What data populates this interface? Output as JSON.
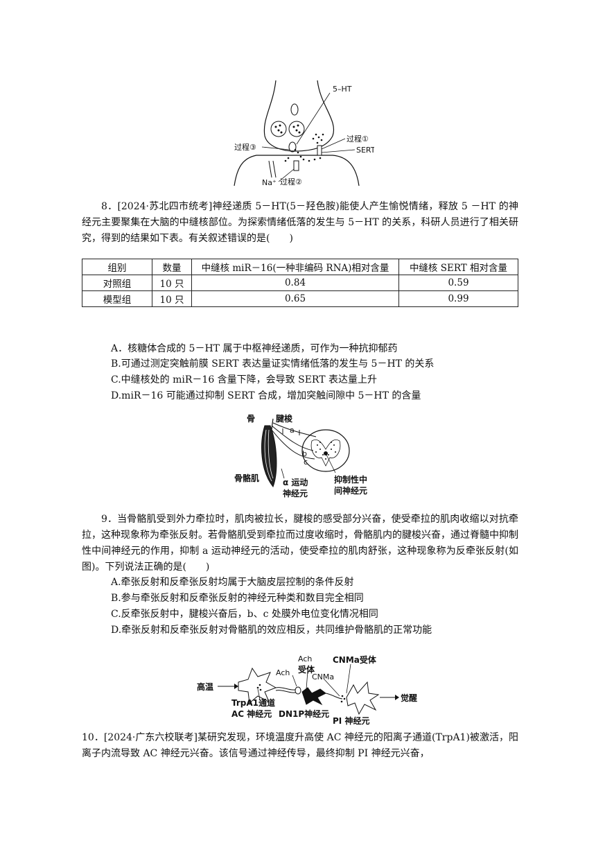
{
  "fig1": {
    "label_5ht": "5–HT",
    "label_p1": "过程①",
    "label_sert": "SERT",
    "label_p3": "过程③",
    "label_na": "Na⁺",
    "label_p2": "过程②"
  },
  "q8": {
    "stem": "8．[2024·苏北四市统考]神经递质 5－HT(5－羟色胺)能使人产生愉悦情绪，释放 5 －HT 的神经元主要聚集在大脑的中缝核部位。为探索情绪低落的发生与 5－HT 的关系，科研人员进行了相关研究，得到的结果如下表。有关叙述错误的是(　　)",
    "table": {
      "headers": [
        "组别",
        "数量",
        "中缝核 miR－16(一种非编码 RNA)相对含量",
        "中缝核 SERT 相对含量"
      ],
      "rows": [
        [
          "对照组",
          "10 只",
          "0.84",
          "0.59"
        ],
        [
          "模型组",
          "10 只",
          "0.65",
          "0.99"
        ]
      ]
    },
    "options": [
      "A．核糖体合成的 5－HT 属于中枢神经递质，可作为一种抗抑郁药",
      "B.可通过测定突触前膜 SERT 表达量证实情绪低落的发生与 5－HT 的关系",
      "C.中缝核处的 miR－16 含量下降，会导致 SERT 表达量上升",
      "D.miR－16 可能通过抑制 SERT 合成，增加突触间隙中 5－HT 的含量"
    ]
  },
  "fig2": {
    "label_bone": "骨",
    "label_spindle": "腱梭",
    "label_a": "a",
    "label_b": "b",
    "label_c": "c",
    "label_muscle": "骨骼肌",
    "label_alpha_1": "α 运动",
    "label_alpha_2": "神经元",
    "label_inhib_1": "抑制性中",
    "label_inhib_2": "间神经元"
  },
  "q9": {
    "stem": "9．当骨骼肌受到外力牵拉时，肌肉被拉长，腱梭的感受部分兴奋，使受牵拉的肌肉收缩以对抗牵拉，这种现象称为牵张反射。若骨骼肌受到牵拉而过度收缩时，骨骼肌内的腱梭兴奋，通过脊髓中抑制性中间神经元的作用，抑制 a 运动神经元的活动，使受牵拉的肌肉舒张，这种现象称为反牵张反射(如图)。下列说法正确的是(　　)",
    "options": [
      "A.牵张反射和反牵张反射均属于大脑皮层控制的条件反射",
      "B.参与牵张反射和反牵张反射的神经元种类和数目完全相同",
      "C.反牵张反射中，腱梭兴奋后，b、c 处膜外电位变化情况相同",
      "D.牵张反射和反牵张反射对骨骼肌的效应相反，共同维护骨骼肌的正常功能"
    ]
  },
  "fig3": {
    "label_heat": "高温",
    "label_ach": "Ach",
    "label_ach2": "Ach",
    "label_receptor": "受体",
    "label_cnma_r": "CNMa受体",
    "label_cnma": "CNMa",
    "label_trpa1": "TrpA1通道",
    "label_ac": "AC 神经元",
    "label_dn1p": "DN1P神经元",
    "label_pi": "PI 神经元",
    "label_wake": "觉醒"
  },
  "q10": {
    "stem": "10．[2024·广东六校联考]某研究发现，环境温度升高使 AC 神经元的阳离子通道(TrpA1)被激活，阳离子内流导致 AC 神经元兴奋。该信号通过神经传导，最终抑制 PI 神经元兴奋，"
  }
}
